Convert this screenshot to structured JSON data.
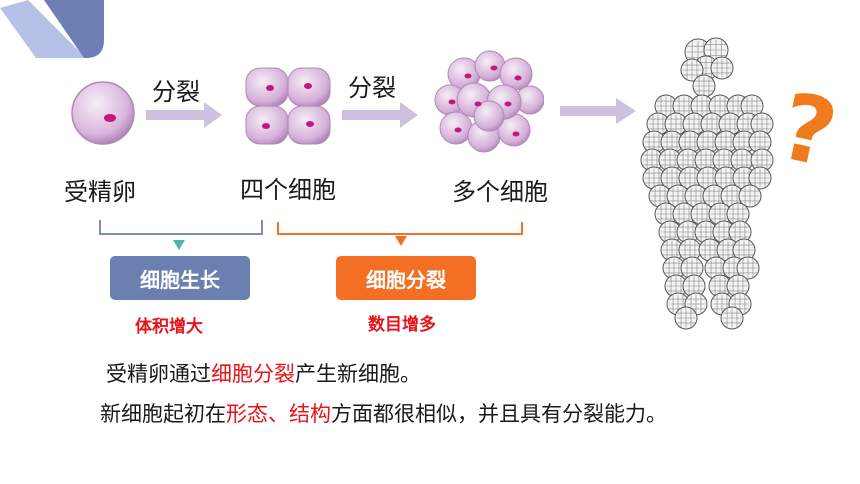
{
  "arrow_labels": {
    "split_1": "分裂",
    "split_2": "分裂"
  },
  "stages": {
    "zygote": "受精卵",
    "four_cells": "四个细胞",
    "many_cells": "多个细胞"
  },
  "process_boxes": {
    "growth": {
      "title": "细胞生长",
      "note": "体积增大"
    },
    "division": {
      "title": "细胞分裂",
      "note": "数目增多"
    }
  },
  "question_mark": "?",
  "sentence_1": {
    "before": "受精卵通过",
    "highlight": "细胞分裂",
    "after": "产生新细胞。"
  },
  "sentence_2": {
    "before": "新细胞起初在",
    "highlight": "形态、结构",
    "after": "方面都很相似，并且具有分裂能力。"
  },
  "colors": {
    "arrow": "#ccc2df",
    "growth_bracket": "#7a8dbd",
    "growth_pointer": "#4fb3b3",
    "division_bracket": "#f26f24",
    "highlight": "#e8141b",
    "corner_light": "#b5c1e6",
    "corner_dark": "#6e7fb5"
  }
}
